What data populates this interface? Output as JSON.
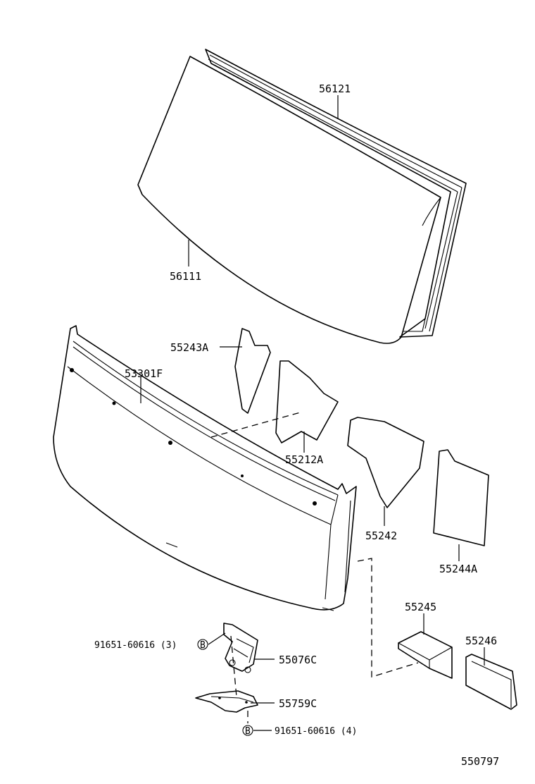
{
  "colors": {
    "line": "#000000",
    "background": "#ffffff"
  },
  "parts": {
    "glass_seal": "56121",
    "back_glass": "56111",
    "panel": "53301F",
    "pad_a": "55243A",
    "pad_b": "55212A",
    "pad_c": "55242",
    "pad_d": "55244A",
    "spacer_1": "55245",
    "spacer_2": "55246",
    "bracket": "55076C",
    "plate": "55759C",
    "bolt_upper": "91651-60616 (3)",
    "bolt_lower": "91651-60616 (4)",
    "bolt_symbol": "B"
  },
  "diagram_id": "550797"
}
